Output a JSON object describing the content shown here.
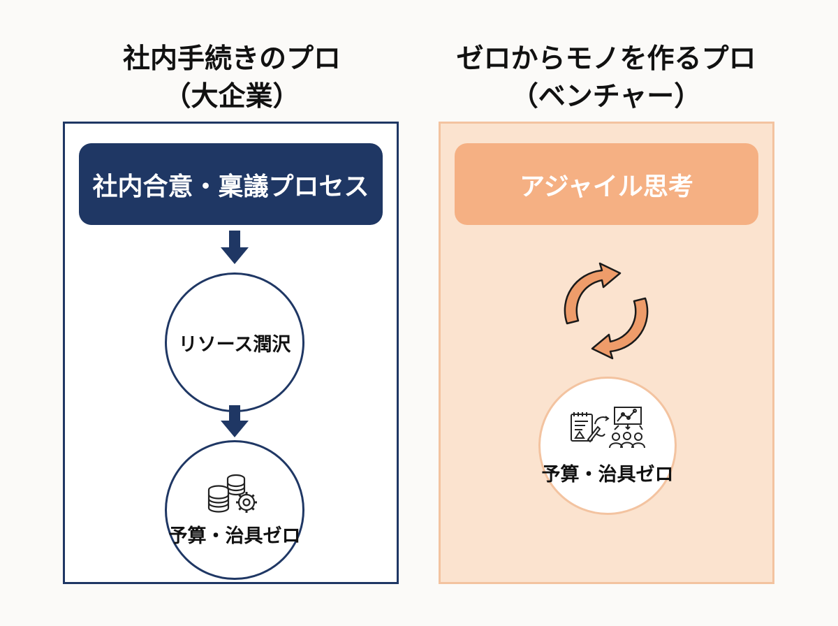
{
  "left": {
    "title_line1": "社内手続きのプロ",
    "title_line2": "（大企業）",
    "header": "社内合意・稟議プロセス",
    "step1": "リソース潤沢",
    "step2": "予算・治具ゼロ",
    "icons": [
      "down-arrow-icon",
      "coin-stack-gear-icon"
    ],
    "colors": {
      "primary": "#1f3764"
    }
  },
  "right": {
    "title_line1": "ゼロからモノを作るプロ",
    "title_line2": "（ベンチャー）",
    "header": "アジャイル思考",
    "step1": "予算・治具ゼロ",
    "icons": [
      "cycle-arrows-icon",
      "planning-team-icon"
    ],
    "colors": {
      "primary": "#f5b083",
      "panel": "#fbe3cf"
    }
  }
}
